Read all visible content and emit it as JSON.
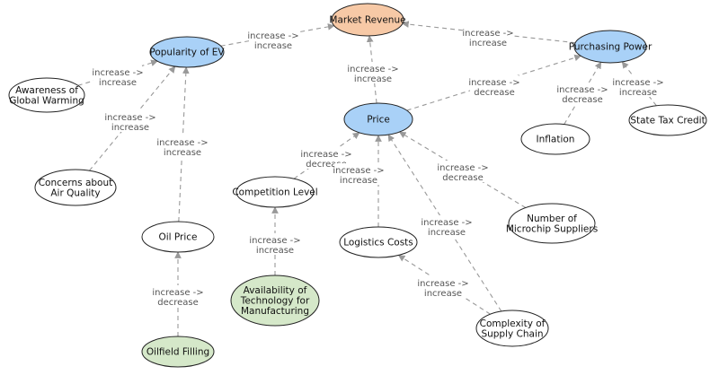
{
  "diagram": {
    "nodes": [
      {
        "id": "market_revenue",
        "lines": [
          "Market Revenue"
        ],
        "color": "#f7c9a6"
      },
      {
        "id": "popularity_ev",
        "lines": [
          "Popularity of EV"
        ],
        "color": "#a9d1f7"
      },
      {
        "id": "purchasing_power",
        "lines": [
          "Purchasing Power"
        ],
        "color": "#a9d1f7"
      },
      {
        "id": "price",
        "lines": [
          "Price"
        ],
        "color": "#a9d1f7"
      },
      {
        "id": "awareness",
        "lines": [
          "Awareness of",
          "Global Warming"
        ],
        "color": "#ffffff"
      },
      {
        "id": "concerns_air",
        "lines": [
          "Concerns about",
          "Air Quality"
        ],
        "color": "#ffffff"
      },
      {
        "id": "inflation",
        "lines": [
          "Inflation"
        ],
        "color": "#ffffff"
      },
      {
        "id": "state_tax",
        "lines": [
          "State Tax Credit"
        ],
        "color": "#ffffff"
      },
      {
        "id": "competition",
        "lines": [
          "Competition Level"
        ],
        "color": "#ffffff"
      },
      {
        "id": "oil_price",
        "lines": [
          "Oil Price"
        ],
        "color": "#ffffff"
      },
      {
        "id": "logistics",
        "lines": [
          "Logistics Costs"
        ],
        "color": "#ffffff"
      },
      {
        "id": "microchip",
        "lines": [
          "Number of",
          "Microchip Suppliers"
        ],
        "color": "#ffffff"
      },
      {
        "id": "availability_tech",
        "lines": [
          "Availability of",
          "Technology for",
          "Manufacturing"
        ],
        "color": "#d5e8c9"
      },
      {
        "id": "supply_chain",
        "lines": [
          "Complexity of",
          "Supply Chain"
        ],
        "color": "#ffffff"
      },
      {
        "id": "oilfield",
        "lines": [
          "Oilfield Filling"
        ],
        "color": "#d5e8c9"
      }
    ],
    "edges": [
      {
        "from": "popularity_ev",
        "to": "market_revenue",
        "label": [
          "increase ->",
          "increase"
        ]
      },
      {
        "from": "purchasing_power",
        "to": "market_revenue",
        "label": [
          "increase ->",
          "increase"
        ]
      },
      {
        "from": "price",
        "to": "market_revenue",
        "label": [
          "increase ->",
          "increase"
        ]
      },
      {
        "from": "awareness",
        "to": "popularity_ev",
        "label": [
          "increase ->",
          "increase"
        ]
      },
      {
        "from": "concerns_air",
        "to": "popularity_ev",
        "label": [
          "increase ->",
          "increase"
        ]
      },
      {
        "from": "oil_price",
        "to": "popularity_ev",
        "label": [
          "increase ->",
          "increase"
        ]
      },
      {
        "from": "price",
        "to": "purchasing_power",
        "label": [
          "increase ->",
          "decrease"
        ]
      },
      {
        "from": "inflation",
        "to": "purchasing_power",
        "label": [
          "increase ->",
          "decrease"
        ]
      },
      {
        "from": "state_tax",
        "to": "purchasing_power",
        "label": [
          "increase ->",
          "increase"
        ]
      },
      {
        "from": "competition",
        "to": "price",
        "label": [
          "increase ->",
          "decrease"
        ]
      },
      {
        "from": "logistics",
        "to": "price",
        "label": [
          "increase ->",
          "increase"
        ]
      },
      {
        "from": "microchip",
        "to": "price",
        "label": [
          "increase ->",
          "decrease"
        ]
      },
      {
        "from": "supply_chain",
        "to": "price",
        "label": [
          "increase ->",
          "increase"
        ]
      },
      {
        "from": "availability_tech",
        "to": "competition",
        "label": [
          "increase ->",
          "increase"
        ]
      },
      {
        "from": "oilfield",
        "to": "oil_price",
        "label": [
          "increase ->",
          "decrease"
        ]
      },
      {
        "from": "supply_chain",
        "to": "logistics",
        "label": [
          "increase ->",
          "increase"
        ]
      }
    ]
  }
}
